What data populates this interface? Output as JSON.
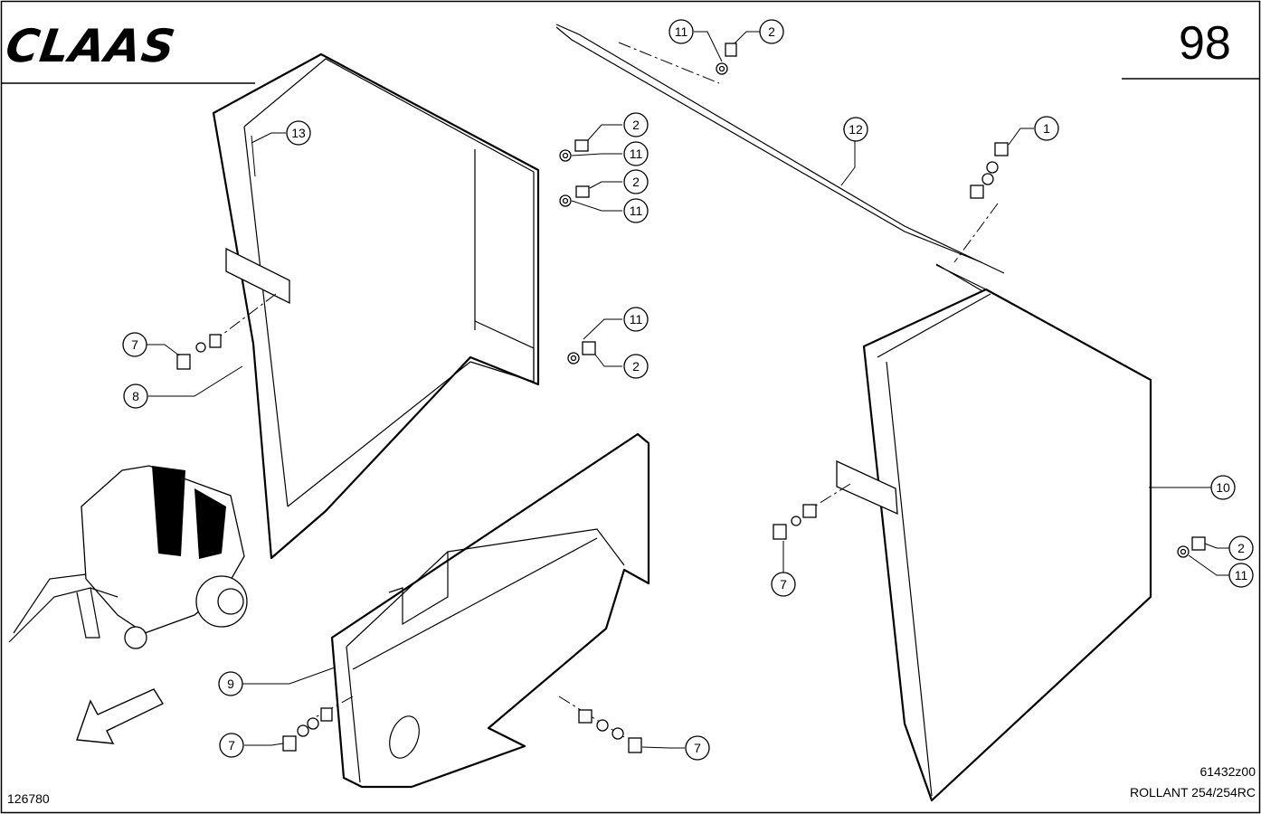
{
  "header": {
    "brand_logo_text": "CLAAS",
    "page_number": "98"
  },
  "footer": {
    "left_code": "126780",
    "drawing_code": "61432z00",
    "model": "ROLLANT 254/254RC"
  },
  "callouts": [
    {
      "id": "c-11-top",
      "label": "11"
    },
    {
      "id": "c-2-top",
      "label": "2"
    },
    {
      "id": "c-13",
      "label": "13"
    },
    {
      "id": "c-2-a",
      "label": "2"
    },
    {
      "id": "c-11-a",
      "label": "11"
    },
    {
      "id": "c-2-b",
      "label": "2"
    },
    {
      "id": "c-11-b",
      "label": "11"
    },
    {
      "id": "c-12",
      "label": "12"
    },
    {
      "id": "c-1",
      "label": "1"
    },
    {
      "id": "c-7-left",
      "label": "7"
    },
    {
      "id": "c-8",
      "label": "8"
    },
    {
      "id": "c-11-c",
      "label": "11"
    },
    {
      "id": "c-2-c",
      "label": "2"
    },
    {
      "id": "c-10",
      "label": "10"
    },
    {
      "id": "c-7-right",
      "label": "7"
    },
    {
      "id": "c-2-d",
      "label": "2"
    },
    {
      "id": "c-11-d",
      "label": "11"
    },
    {
      "id": "c-9",
      "label": "9"
    },
    {
      "id": "c-7-bl",
      "label": "7"
    },
    {
      "id": "c-7-br",
      "label": "7"
    }
  ]
}
